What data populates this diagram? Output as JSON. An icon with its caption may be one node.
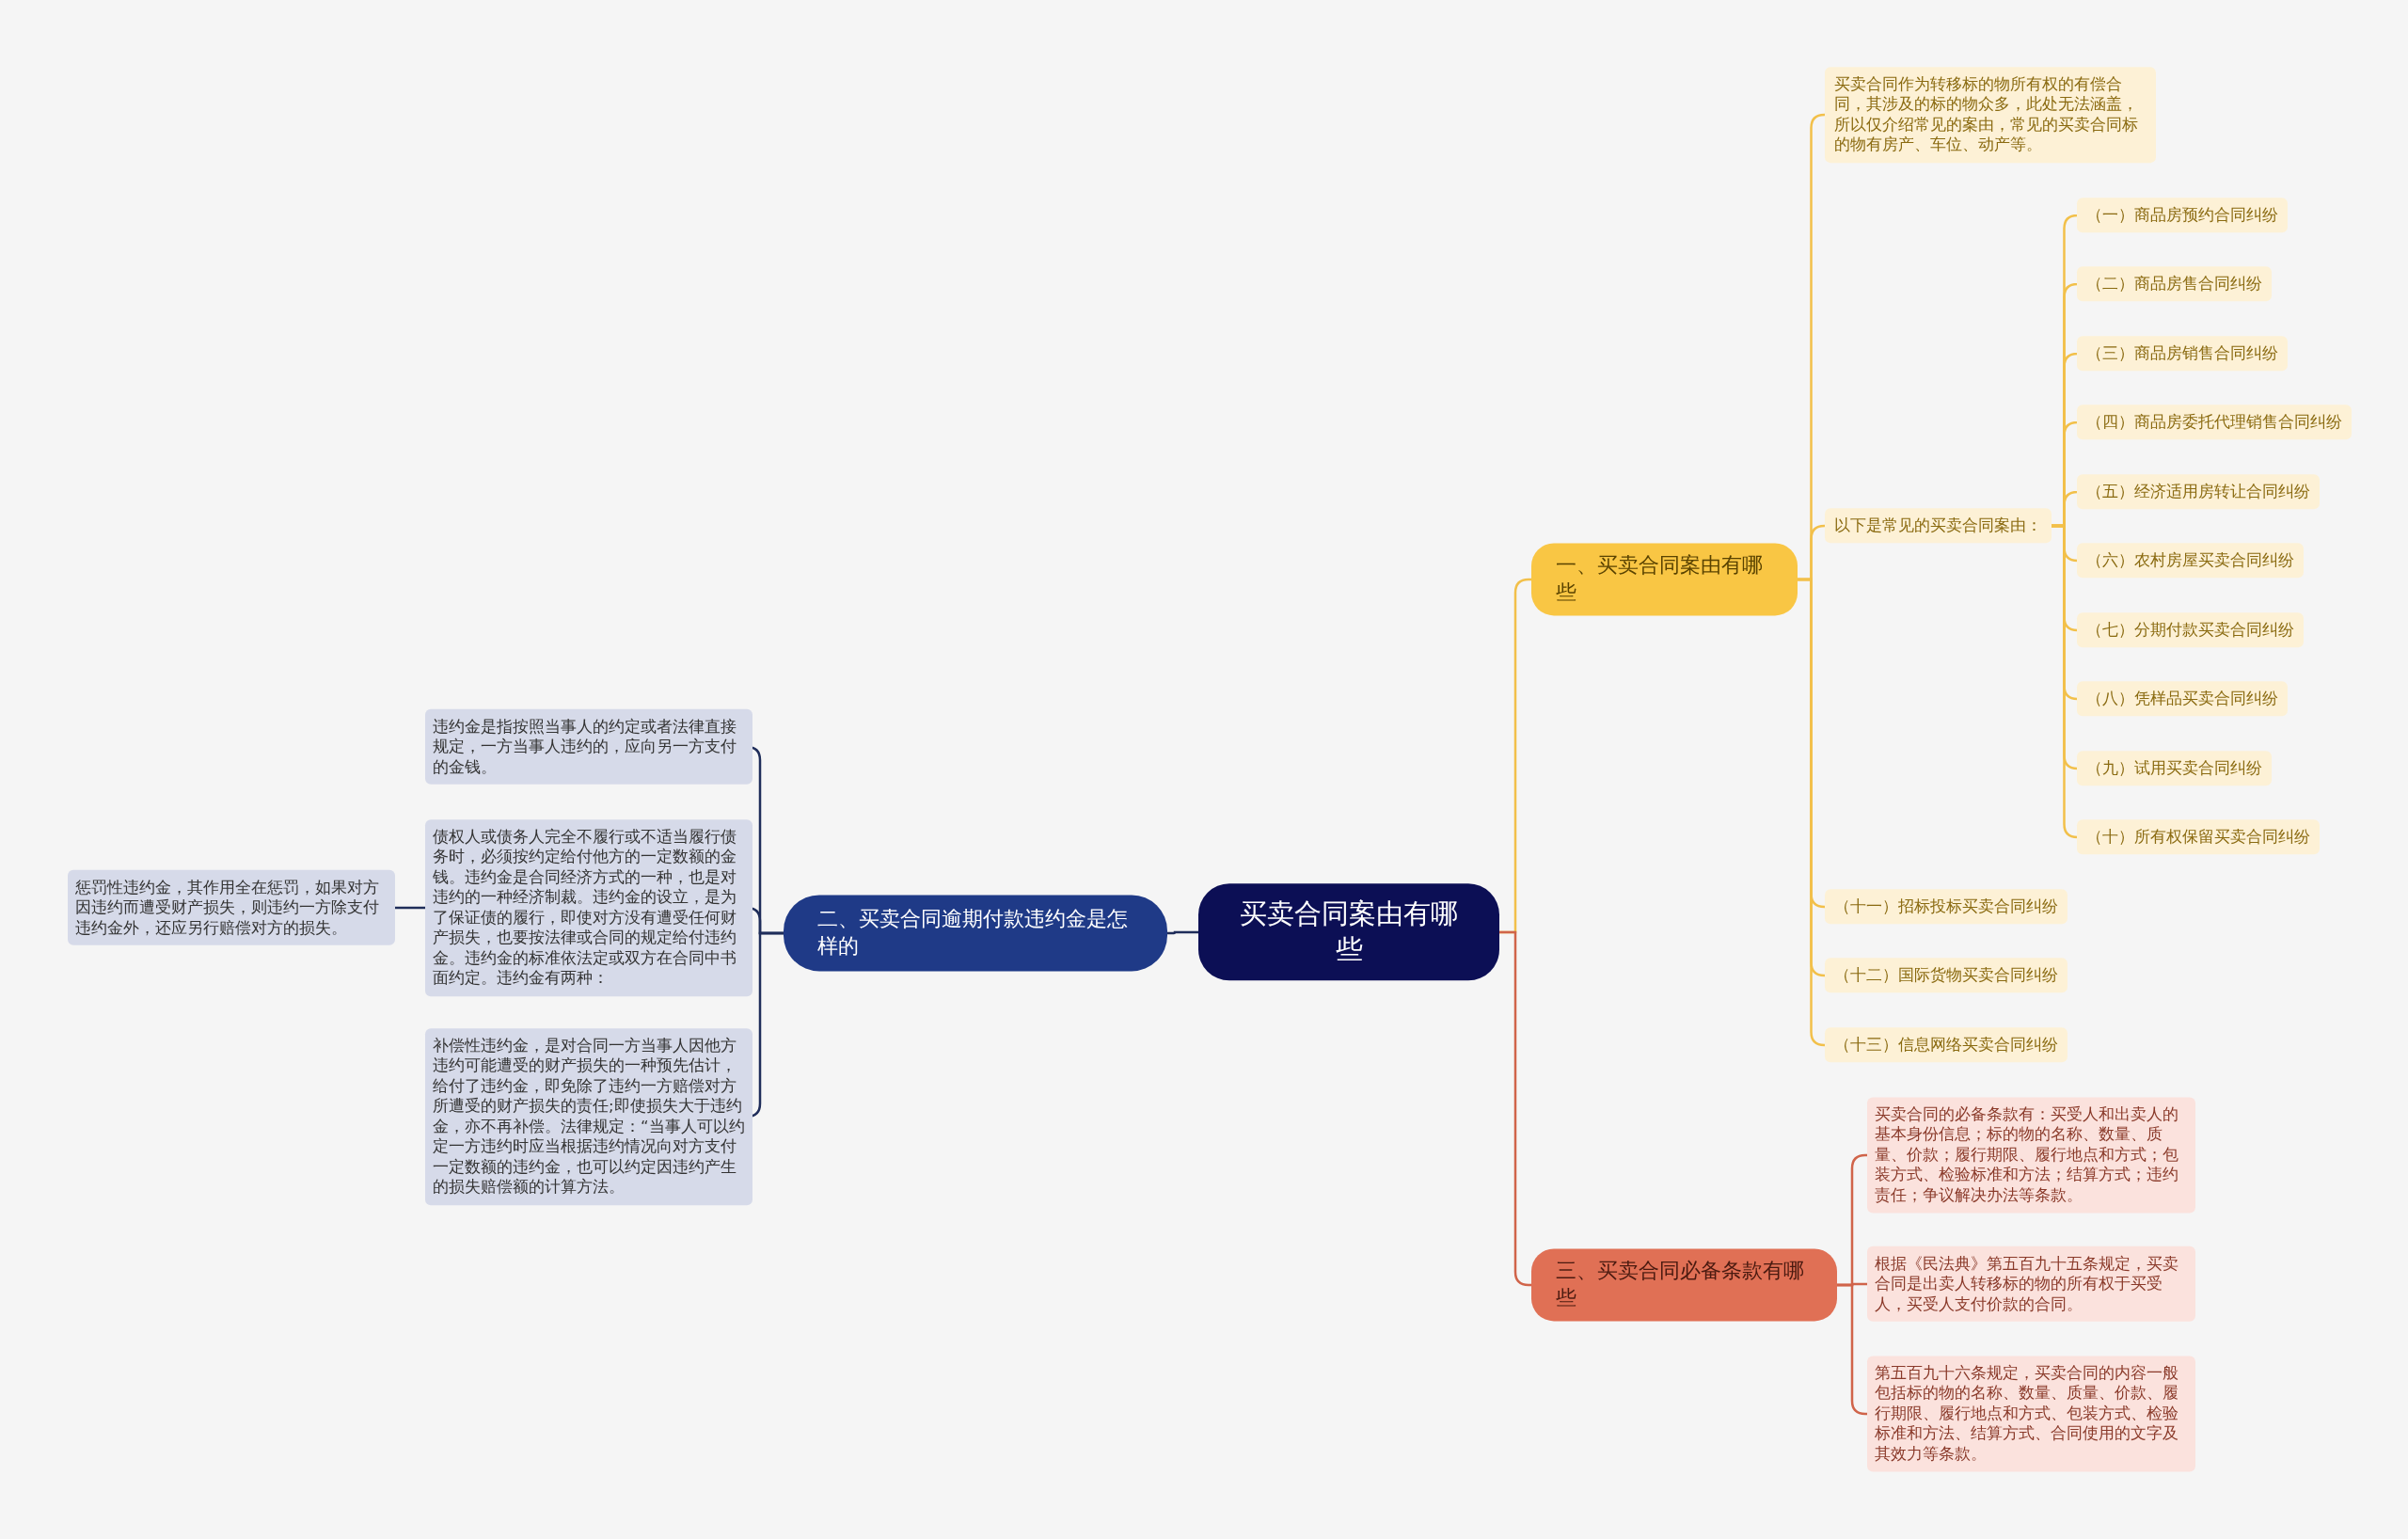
{
  "diagram": {
    "nodes": [
      {
        "text": [
          "买卖合同案由有哪些"
        ]
      },
      {
        "text": [
          "一、买卖合同案由有哪些"
        ]
      },
      {
        "text": [
          "买卖合同作为转移标的物所有权的有偿合同，其涉及的标的物众多，此处无法涵盖，所以仅介绍常见的案由，常见的买卖合同标的物有房产、车位、动产等。"
        ]
      },
      {
        "text": [
          "以下是常见的买卖合同案由："
        ]
      },
      {
        "text": [
          "（一）商品房预约合同纠纷"
        ]
      },
      {
        "text": [
          "（二）商品房售合同纠纷"
        ]
      },
      {
        "text": [
          "（三）商品房销售合同纠纷"
        ]
      },
      {
        "text": [
          "（四）商品房委托代理销售合同纠纷"
        ]
      },
      {
        "text": [
          "（五）经济适用房转让合同纠纷"
        ]
      },
      {
        "text": [
          "（六）农村房屋买卖合同纠纷"
        ]
      },
      {
        "text": [
          "（七）分期付款买卖合同纠纷"
        ]
      },
      {
        "text": [
          "（八）凭样品买卖合同纠纷"
        ]
      },
      {
        "text": [
          "（九）试用买卖合同纠纷"
        ]
      },
      {
        "text": [
          "（十）所有权保留买卖合同纠纷"
        ]
      },
      {
        "text": [
          "（十一）招标投标买卖合同纠纷"
        ]
      },
      {
        "text": [
          "（十二）国际货物买卖合同纠纷"
        ]
      },
      {
        "text": [
          "（十三）信息网络买卖合同纠纷"
        ]
      },
      {
        "text": [
          "二、买卖合同逾期付款违约金是怎样的"
        ]
      },
      {
        "text": [
          "违约金是指按照当事人的约定或者法律直接规定，一方当事人违约的，应向另一方支付的金钱。"
        ]
      },
      {
        "text": [
          "债权人或债务人完全不履行或不适当履行债务时，必须按约定给付他方的一定数额的金钱。违约金是合同经济方式的一种，也是对违约的一种经济制裁。违约金的设立，是为了保证债的履行，即使对方没有遭受任何财产损失，也要按法律或合同的规定给付违约金。违约金的标准依法定或双方在合同中书面约定。违约金有两种："
        ]
      },
      {
        "text": [
          "惩罚性违约金，其作用全在惩罚，如果对方因违约而遭受财产损失，则违约一方除支付违约金外，还应另行赔偿对方的损失。"
        ]
      },
      {
        "text": [
          "补偿性违约金，是对合同一方当事人因他方违约可能遭受的财产损失的一种预先估计，给付了违约金，即免除了违约一方赔偿对方所遭受的财产损失的责任;即使损失大于违约金，亦不再补偿。法律规定：“当事人可以约定一方违约时应当根据违约情况向对方支付一定数额的违约金，也可以约定因违约产生的损失赔偿额的计算方法。"
        ]
      },
      {
        "text": [
          "三、买卖合同必备条款有哪些"
        ]
      },
      {
        "text": [
          " 买卖合同的必备条款有：买受人和出卖人的基本身份信息；标的物的名称、数量、质量、价款；履行期限、履行地点和方式；包装方式、检验标准和方法；结算方式；违约责任；争议解决办法等条款。"
        ]
      },
      {
        "text": [
          " 根据《民法典》第五百九十五条规定，买卖合同是出卖人转移标的物的所有权于买受人，买受人支付价款的合同。"
        ]
      },
      {
        "text": [
          " 第五百九十六条规定，买卖合同的内容一般包括标的物的名称、数量、质量、价款、履行期限、履行地点和方式、包装方式、检验标准和方法、结算方式、合同使用的文字及其效力等条款。"
        ]
      }
    ],
    "edges": [
      {
        "from": 0,
        "to": 1,
        "arrow": "none"
      },
      {
        "from": 0,
        "to": 17,
        "arrow": "none",
        "color": "#1f2d5a"
      },
      {
        "from": 0,
        "to": 22,
        "arrow": "none",
        "color": "#d0644a"
      },
      {
        "from": 1,
        "to": 2,
        "arrow": "none"
      },
      {
        "from": 1,
        "to": 3,
        "arrow": "none"
      },
      {
        "from": 3,
        "to": 4,
        "arrow": "none"
      },
      {
        "from": 3,
        "to": 5,
        "arrow": "none"
      },
      {
        "from": 3,
        "to": 6,
        "arrow": "none"
      },
      {
        "from": 3,
        "to": 7,
        "arrow": "none"
      },
      {
        "from": 3,
        "to": 8,
        "arrow": "none"
      },
      {
        "from": 3,
        "to": 9,
        "arrow": "none"
      },
      {
        "from": 3,
        "to": 10,
        "arrow": "none"
      },
      {
        "from": 3,
        "to": 11,
        "arrow": "none"
      },
      {
        "from": 3,
        "to": 12,
        "arrow": "none"
      },
      {
        "from": 3,
        "to": 13,
        "arrow": "none"
      },
      {
        "from": 1,
        "to": 14,
        "arrow": "none"
      },
      {
        "from": 1,
        "to": 15,
        "arrow": "none"
      },
      {
        "from": 1,
        "to": 16,
        "arrow": "none"
      },
      {
        "from": 17,
        "to": 18,
        "arrow": "none",
        "color": "#1f2d5a"
      },
      {
        "from": 17,
        "to": 19,
        "arrow": "none",
        "color": "#1f2d5a"
      },
      {
        "from": 17,
        "to": 21,
        "arrow": "none",
        "color": "#1f2d5a"
      },
      {
        "from": 19,
        "to": 20,
        "arrow": "none",
        "color": "#1f2d5a"
      },
      {
        "from": 22,
        "to": 23,
        "arrow": "none",
        "color": "#d0644a"
      },
      {
        "from": 22,
        "to": 24,
        "arrow": "none",
        "color": "#d0644a"
      },
      {
        "from": 22,
        "to": 25,
        "arrow": "none",
        "color": "#d0644a"
      }
    ]
  }
}
